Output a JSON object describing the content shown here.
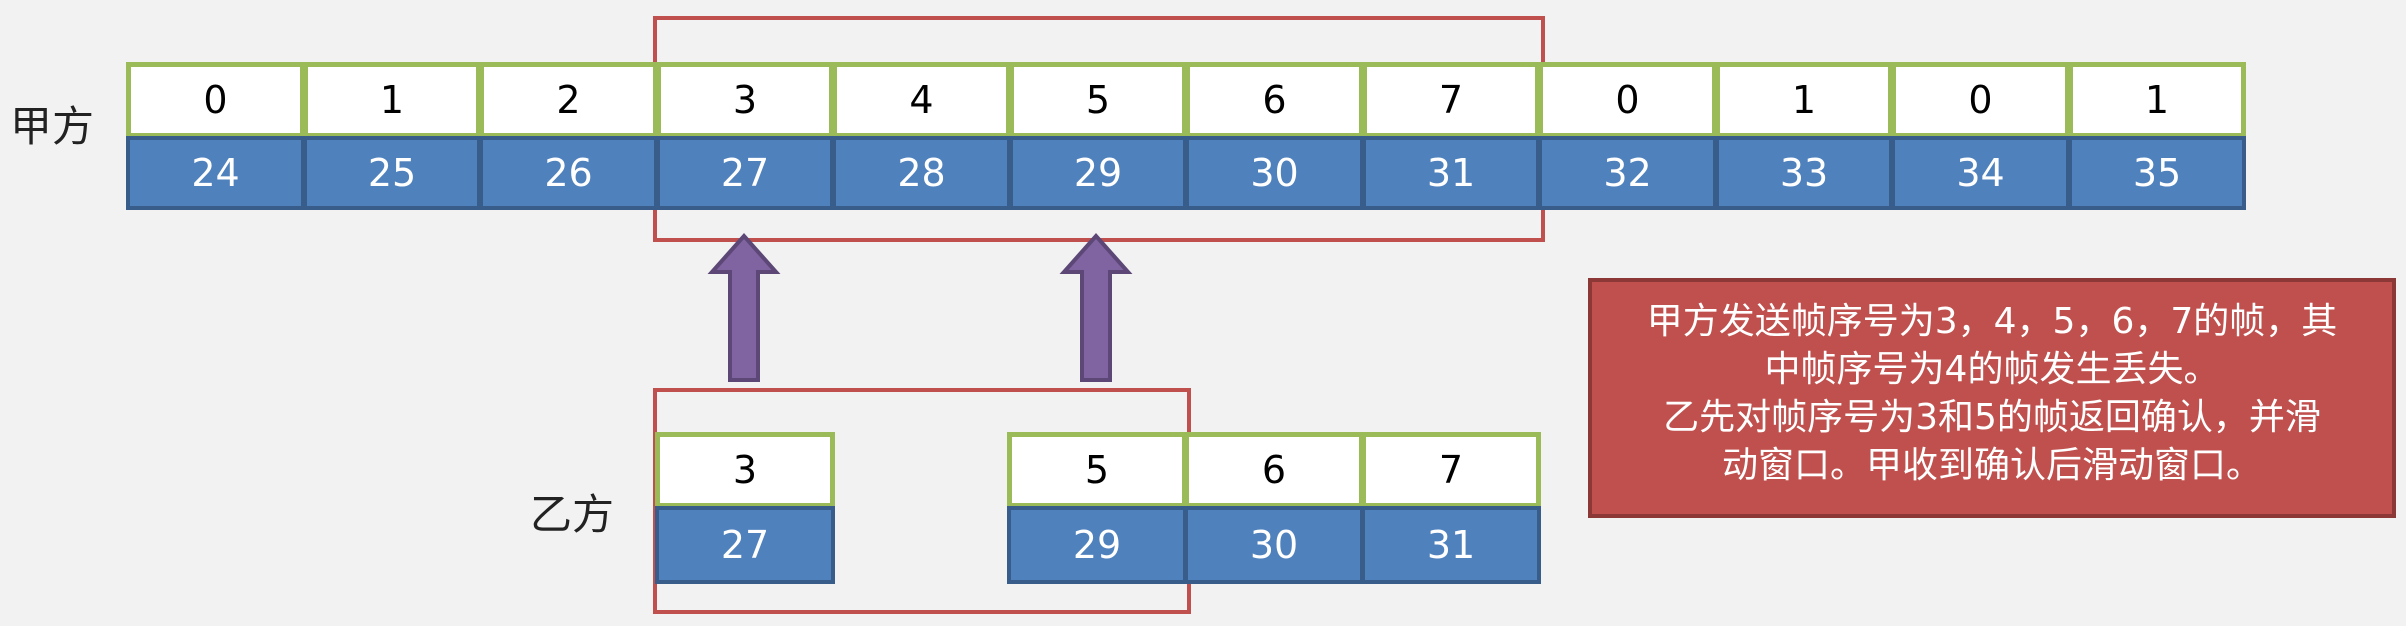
{
  "sender": {
    "label": "甲方",
    "seq_numbers": [
      "0",
      "1",
      "2",
      "3",
      "4",
      "5",
      "6",
      "7",
      "0",
      "1",
      "0",
      "1"
    ],
    "frame_numbers": [
      "24",
      "25",
      "26",
      "27",
      "28",
      "29",
      "30",
      "31",
      "32",
      "33",
      "34",
      "35"
    ]
  },
  "receiver": {
    "label": "乙方",
    "frames": [
      {
        "seq": "3",
        "frame": "27"
      },
      {
        "seq": "5",
        "frame": "29"
      },
      {
        "seq": "6",
        "frame": "30"
      },
      {
        "seq": "7",
        "frame": "31"
      }
    ]
  },
  "note": {
    "line1": "甲方发送帧序号为3，4，5，6，7的帧，其",
    "line2": "中帧序号为4的帧发生丢失。",
    "line3": "乙先对帧序号为3和5的帧返回确认，并滑",
    "line4": "动窗口。甲收到确认后滑动窗口。"
  },
  "colors": {
    "background": "#f2f2f2",
    "seq_fill": "#ffffff",
    "seq_border": "#9bbb59",
    "frame_fill": "#4f81bd",
    "frame_border": "#385d8a",
    "window_border": "#c0504d",
    "arrow_fill": "#8064a2",
    "arrow_stroke": "#5c4776",
    "note_fill": "#c0504d"
  }
}
